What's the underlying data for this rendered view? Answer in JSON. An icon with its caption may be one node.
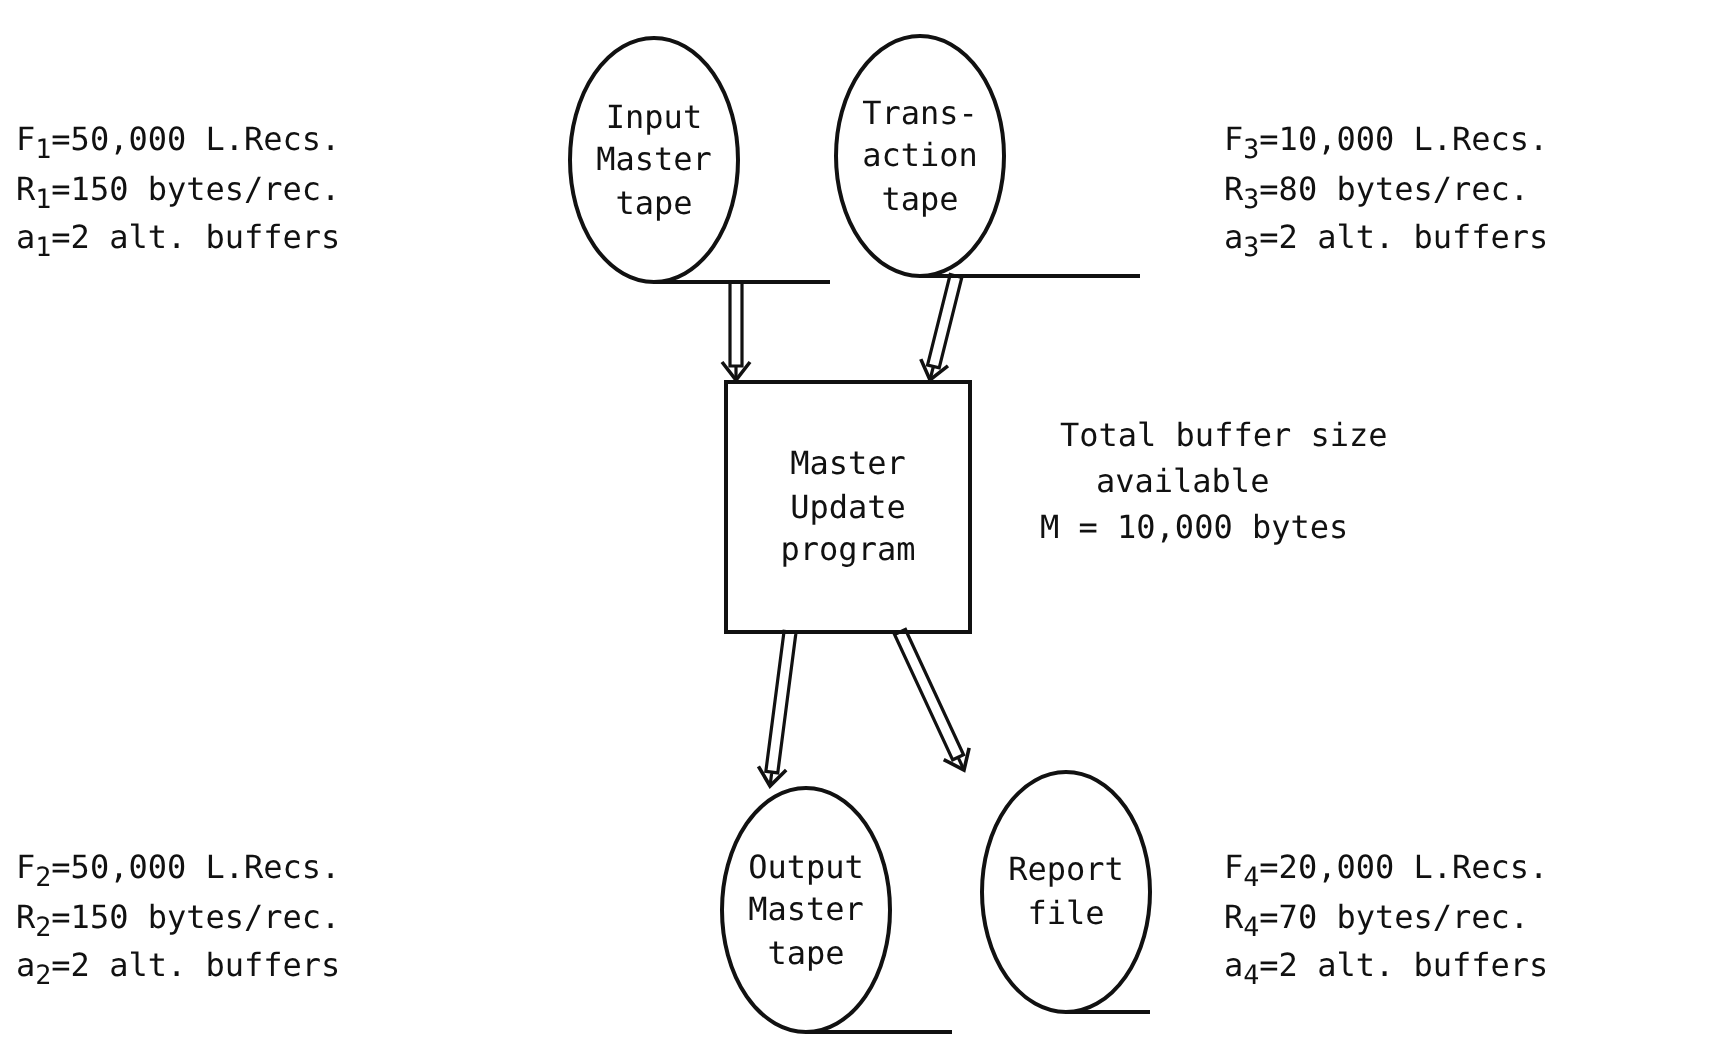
{
  "diagram": {
    "nodes": [
      {
        "text": [
          "Input Master tape"
        ],
        "beside": [
          "F$_{1}$=50,000 L.Recs.",
          "R$_{1}$=150 bytes/rec.",
          "a$_{1}$=2 alt. buffers"
        ]
      },
      {
        "text": [
          "Trans- action tape"
        ],
        "beside": [
          "F$_{3}$=10,000 L.Recs.",
          "R$_{3}$=80 bytes/rec.",
          "a$_{3}$=2 alt. buffers"
        ]
      },
      {
        "text": [
          "Master Update program"
        ]
      },
      {
        "text": [
          "Output Master tape"
        ],
        "beside": [
          "F$_{2}$=50,000 L.Recs.",
          "R$_{2}$=150 bytes/rec.",
          "a$_{2}$=2 alt. buffers"
        ]
      },
      {
        "text": [
          "Report file"
        ],
        "beside": [
          "F$_{4}$=20,000 L.Recs.",
          "R$_{4}$=70 bytes/rec.",
          "a$_{4}$=2 alt. buffers"
        ]
      }
    ],
    "edges": [
      {
        "from": 0,
        "to": 2,
        "arrow": "to"
      },
      {
        "from": 1,
        "to": 2,
        "arrow": "to"
      },
      {
        "from": 2,
        "to": 3,
        "arrow": "to"
      },
      {
        "from": 2,
        "to": 4,
        "arrow": "to"
      }
    ],
    "labels": [
      "Total buffer size",
      "available",
      "M = 10,000 bytes"
    ]
  }
}
